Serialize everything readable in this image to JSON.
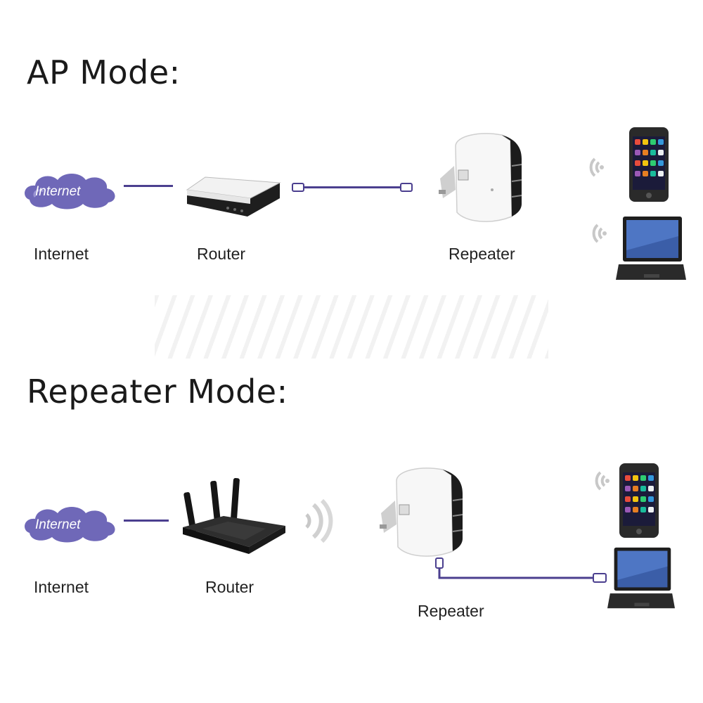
{
  "ap_mode": {
    "title": "AP Mode:",
    "labels": {
      "internet": "Internet",
      "router": "Router",
      "repeater": "Repeater"
    },
    "cloud_text": "Internet"
  },
  "repeater_mode": {
    "title": "Repeater Mode:",
    "labels": {
      "internet": "Internet",
      "router": "Router",
      "repeater": "Repeater"
    },
    "cloud_text": "Internet"
  },
  "colors": {
    "cable": "#4b3f8f",
    "cloud": "#6f68b8",
    "text": "#222222"
  }
}
